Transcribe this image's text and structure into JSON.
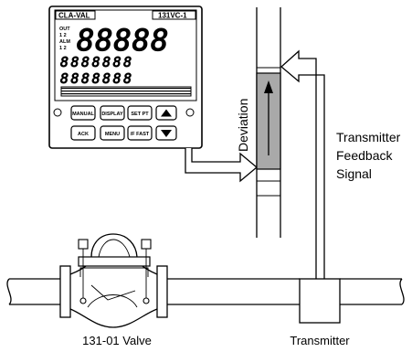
{
  "controller": {
    "brand": "CLA-VAL",
    "model": "131VC-1",
    "status_labels": [
      "OUT",
      "1 2",
      "ALM",
      "1 2"
    ],
    "big_display": "88888",
    "small_row_1": "8888888",
    "small_row_2": "8888888",
    "buttons": {
      "manual": "MANUAL",
      "display": "DISPLAY",
      "setpt": "SET PT",
      "ack": "ACK",
      "menu": "MENU",
      "fast": "/F FAST"
    }
  },
  "labels": {
    "deviation": "Deviation",
    "feedback_line1": "Transmitter",
    "feedback_line2": "Feedback",
    "feedback_line3": "Signal",
    "transmitter": "Transmitter",
    "valve": "131-01 Valve"
  },
  "icons": {
    "up": "up-arrow-icon",
    "down": "down-arrow-icon"
  },
  "colors": {
    "ink": "#000000",
    "flow_section": "#a9a9a9",
    "background": "#ffffff"
  }
}
